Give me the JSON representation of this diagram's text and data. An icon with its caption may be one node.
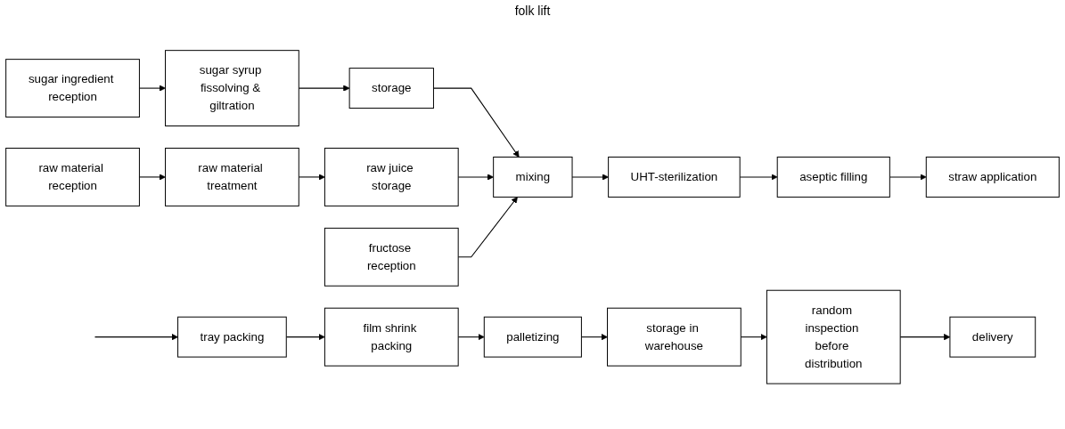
{
  "diagram": {
    "nodes": [
      {
        "text": [
          "sugar ingredient reception"
        ]
      },
      {
        "text": [
          "sugar syrup fissolving & giltration"
        ]
      },
      {
        "text": [
          "storage"
        ]
      },
      {
        "text": [
          "raw material reception"
        ]
      },
      {
        "text": [
          "raw material treatment"
        ]
      },
      {
        "text": [
          "raw juice storage"
        ]
      },
      {
        "text": [
          "fructose reception"
        ]
      },
      {
        "text": [
          "mixing"
        ]
      },
      {
        "text": [
          "UHT-sterilization"
        ]
      },
      {
        "text": [
          "aseptic filling"
        ]
      },
      {
        "text": [
          "straw application"
        ]
      },
      {
        "text": [
          "tray packing"
        ]
      },
      {
        "text": [
          "film shrink packing"
        ]
      },
      {
        "text": [
          "palletizing"
        ]
      },
      {
        "text": [
          "storage in warehouse"
        ]
      },
      {
        "text": [
          "random inspection before distribution"
        ]
      },
      {
        "text": [
          "delivery"
        ]
      }
    ],
    "edges": [
      {
        "from": 0,
        "to": 1,
        "arrow": "to"
      },
      {
        "from": 1,
        "to": 2,
        "arrow": "to"
      },
      {
        "from": 3,
        "to": 4,
        "arrow": "to"
      },
      {
        "from": 4,
        "to": 5,
        "arrow": "to"
      },
      {
        "from": 2,
        "to": 7,
        "arrow": "to"
      },
      {
        "from": 5,
        "to": 7,
        "arrow": "to"
      },
      {
        "from": 6,
        "to": 7,
        "arrow": "to"
      },
      {
        "from": 7,
        "to": 8,
        "arrow": "to"
      },
      {
        "from": 8,
        "to": 9,
        "arrow": "to"
      },
      {
        "from": 9,
        "to": 10,
        "arrow": "to"
      },
      {
        "from": null,
        "to": 11,
        "arrow": "to"
      },
      {
        "from": 11,
        "to": 12,
        "arrow": "to"
      },
      {
        "from": 12,
        "to": 13,
        "arrow": "to"
      },
      {
        "from": 13,
        "to": 14,
        "arrow": "to"
      },
      {
        "from": 14,
        "to": 15,
        "arrow": "to"
      },
      {
        "from": 15,
        "to": 16,
        "arrow": "to"
      }
    ],
    "labels": [
      "folk lift"
    ]
  }
}
